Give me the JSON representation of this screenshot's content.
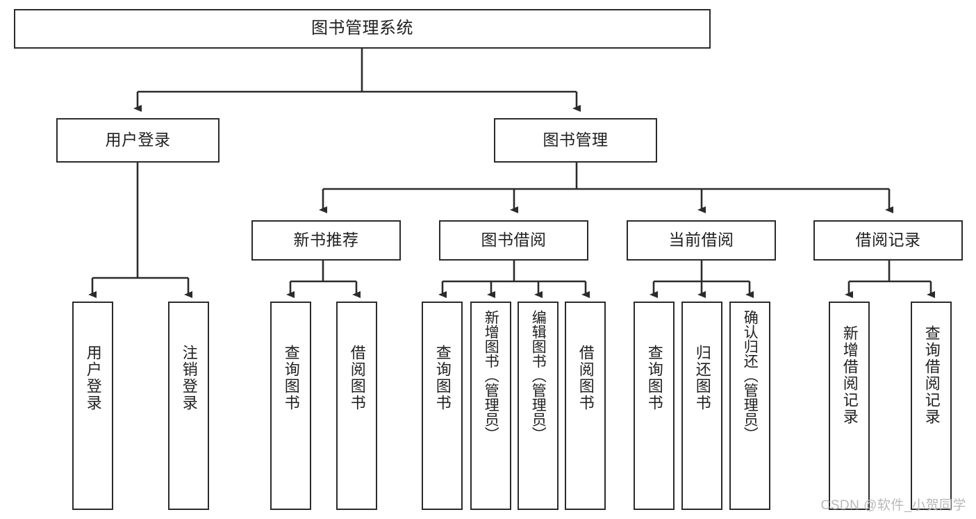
{
  "diagram": {
    "title": "图书管理系统",
    "watermark": "CSDN @软件_小贺同学",
    "type": "tree-hierarchy-diagram",
    "colors": {
      "node_border": "#2b2b2b",
      "node_fill": "#ffffff",
      "edge": "#2b2b2b",
      "text": "#1f1f1f",
      "watermark": "#b9b9b9",
      "background": "#ffffff"
    },
    "levels": {
      "level0": [
        "图书管理系统"
      ],
      "level1": [
        "用户登录",
        "图书管理"
      ],
      "level2": [
        "新书推荐",
        "图书借阅",
        "当前借阅",
        "借阅记录"
      ],
      "level3": [
        "用户登录",
        "注销登录",
        "查询图书",
        "借阅图书",
        "查询图书",
        "新增图书（管理员）",
        "编辑图书（管理员）",
        "借阅图书",
        "查询图书",
        "归还图书",
        "确认归还（管理员）",
        "新增借阅记录",
        "查询借阅记录"
      ]
    },
    "nodes": {
      "root": {
        "label": "图书管理系统"
      },
      "user_login": {
        "label": "用户登录"
      },
      "book_manage": {
        "label": "图书管理"
      },
      "new_book_rec": {
        "label": "新书推荐"
      },
      "book_borrow": {
        "label": "图书借阅"
      },
      "current_borrow": {
        "label": "当前借阅"
      },
      "borrow_record": {
        "label": "借阅记录"
      },
      "leaf_user_login": {
        "label": "用户登录"
      },
      "leaf_logout": {
        "label": "注销登录"
      },
      "leaf_query_book_1": {
        "label": "查询图书"
      },
      "leaf_borrow_book_1": {
        "label": "借阅图书"
      },
      "leaf_query_book_2": {
        "label": "查询图书"
      },
      "leaf_add_book": {
        "label": "新增图书（管理员）"
      },
      "leaf_edit_book": {
        "label": "编辑图书（管理员）"
      },
      "leaf_borrow_book_2": {
        "label": "借阅图书"
      },
      "leaf_query_book_3": {
        "label": "查询图书"
      },
      "leaf_return_book": {
        "label": "归还图书"
      },
      "leaf_confirm_return": {
        "label": "确认归还（管理员）"
      },
      "leaf_add_record": {
        "label": "新增借阅记录"
      },
      "leaf_query_record": {
        "label": "查询借阅记录"
      }
    },
    "edges": [
      {
        "from": "图书管理系统",
        "to": "用户登录"
      },
      {
        "from": "图书管理系统",
        "to": "图书管理"
      },
      {
        "from": "图书管理",
        "to": "新书推荐"
      },
      {
        "from": "图书管理",
        "to": "图书借阅"
      },
      {
        "from": "图书管理",
        "to": "当前借阅"
      },
      {
        "from": "图书管理",
        "to": "借阅记录"
      },
      {
        "from": "用户登录",
        "to": "用户登录"
      },
      {
        "from": "用户登录",
        "to": "注销登录"
      },
      {
        "from": "新书推荐",
        "to": "查询图书"
      },
      {
        "from": "新书推荐",
        "to": "借阅图书"
      },
      {
        "from": "图书借阅",
        "to": "查询图书"
      },
      {
        "from": "图书借阅",
        "to": "新增图书（管理员）"
      },
      {
        "from": "图书借阅",
        "to": "编辑图书（管理员）"
      },
      {
        "from": "图书借阅",
        "to": "借阅图书"
      },
      {
        "from": "当前借阅",
        "to": "查询图书"
      },
      {
        "from": "当前借阅",
        "to": "归还图书"
      },
      {
        "from": "当前借阅",
        "to": "确认归还（管理员）"
      },
      {
        "from": "借阅记录",
        "to": "新增借阅记录"
      },
      {
        "from": "借阅记录",
        "to": "查询借阅记录"
      }
    ]
  }
}
